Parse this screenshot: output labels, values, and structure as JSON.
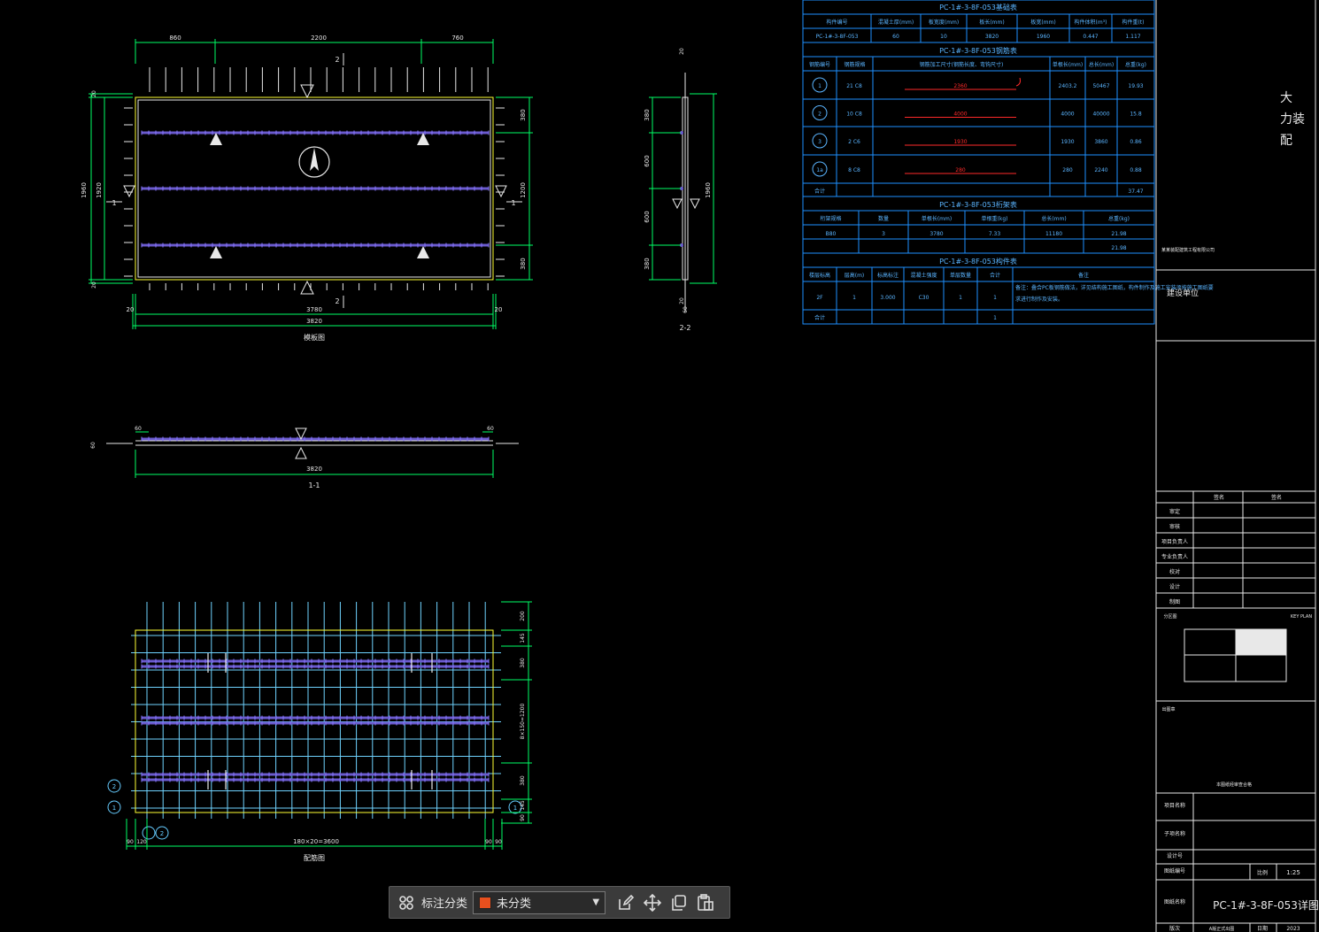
{
  "colors": {
    "background": "#000000",
    "dim": "#00ff66",
    "outline": "#ffff33",
    "rebar": "#6a5acd",
    "cyanline": "#66ccff",
    "grid": "#6fd3ff",
    "white": "#e8e8e8",
    "red": "#ff2a2a",
    "tableline": "#1e90ff",
    "tabletext": "#5ab4ff",
    "category_swatch": "#e8501e"
  },
  "plan": {
    "top_dims": [
      "860",
      "2200",
      "760"
    ],
    "bottom_dims": [
      "20",
      "3780",
      "20"
    ],
    "overall_len": "3820",
    "left_dims": [
      "1960",
      "1920",
      "20",
      "20"
    ],
    "right_dims": [
      "380",
      "1200",
      "380"
    ],
    "section_top": "2",
    "section_side": "1",
    "caption": "模板图"
  },
  "section_11": {
    "caption": "1-1",
    "dims_top": [
      "60",
      "60"
    ],
    "overall": "3820",
    "left_small": "60"
  },
  "section_22": {
    "caption": "2-2",
    "left_dims": [
      "380",
      "600",
      "600",
      "380"
    ],
    "right_dim": "1960",
    "top_dim": "20",
    "bottom_dims": [
      "20",
      "60"
    ]
  },
  "rebar_plan": {
    "caption": "配筋图",
    "bottom_dims": [
      "90",
      "120",
      "180×20=3600",
      "90",
      "90"
    ],
    "right_dims": [
      "200",
      "145",
      "380",
      "8×150=1200",
      "380",
      "145",
      "90"
    ],
    "markers": [
      "1",
      "1",
      "2",
      "2"
    ]
  },
  "tables": {
    "basic_title": "PC-1#-3-8F-053基础表",
    "basic_headers": [
      "构件编号",
      "混凝土厚(mm)",
      "板宽度(mm)",
      "板长(mm)",
      "板宽(mm)",
      "构件体积(m³)",
      "构件重(t)"
    ],
    "basic_row": [
      "PC-1#-3-8F-053",
      "60",
      "10",
      "3820",
      "1960",
      "0.447",
      "1.117"
    ],
    "rebar_title": "PC-1#-3-8F-053钢筋表",
    "rebar_headers": [
      "钢筋编号",
      "钢筋规格",
      "钢筋加工尺寸(钢筋长度、弯钩尺寸)",
      "单根长(mm)",
      "总长(mm)",
      "总重(kg)"
    ],
    "rebar_rows": [
      [
        "1",
        "21 C8",
        "2360",
        "2403.2",
        "50467",
        "19.93"
      ],
      [
        "2",
        "10 C8",
        "4000",
        "4000",
        "40000",
        "15.8"
      ],
      [
        "3",
        "2 C6",
        "1930",
        "1930",
        "3860",
        "0.86"
      ],
      [
        "1a",
        "8 C8",
        "280",
        "280",
        "2240",
        "0.88"
      ]
    ],
    "rebar_total_label": "合计",
    "rebar_total": "37.47",
    "truss_title": "PC-1#-3-8F-053桁架表",
    "truss_headers": [
      "桁架规格",
      "数量",
      "单根长(mm)",
      "单根重(kg)",
      "总长(mm)",
      "总重(kg)"
    ],
    "truss_row": [
      "B80",
      "3",
      "3780",
      "7.33",
      "11180",
      "21.98"
    ],
    "truss_total": "21.98",
    "plan_title": "PC-1#-3-8F-053构件表",
    "plan_headers": [
      "楼层标高",
      "层高(m)",
      "标高标注",
      "混凝土强度",
      "单层数量",
      "合计",
      "备注"
    ],
    "plan_row": [
      "2F",
      "1",
      "3.000",
      "C30",
      "1",
      "1"
    ],
    "plan_note": "备注：叠合PC板钢筋做法，详见结构施工图纸，构件制作及施工安装须按施工图纸要求进行制作及安装。",
    "plan_total_label": "合计",
    "plan_total": "1"
  },
  "titleblock": {
    "big_text": [
      "大",
      "力装",
      "配"
    ],
    "company_small": "某某装配建筑工程有限公司",
    "build_unit": "建设单位",
    "sign_headers": [
      "签名",
      "签名"
    ],
    "sign_rows": [
      "审定",
      "审核",
      "项目负责人",
      "专业负责人",
      "校对",
      "设计",
      "制图"
    ],
    "keyplan_label": "分区图",
    "keyplan_en": "KEY PLAN",
    "stamp_label": "出图章",
    "stamp_text": "本图纸经审查合格",
    "project_rows": [
      "项目名称",
      "子项名称",
      "设计号",
      "图纸编号"
    ],
    "scale_label": "比例",
    "scale_value": "1:25",
    "drawing_name_label": "图纸名称",
    "drawing_name": "PC-1#-3-8F-053详图",
    "footer": [
      "版次",
      "A版正式出图",
      "日期",
      "2023"
    ]
  },
  "toolbar": {
    "label": "标注分类",
    "category_value": "未分类",
    "icons": [
      "grid-apps-icon",
      "edit-icon",
      "move-icon",
      "copy-icon",
      "paste-icon"
    ]
  }
}
